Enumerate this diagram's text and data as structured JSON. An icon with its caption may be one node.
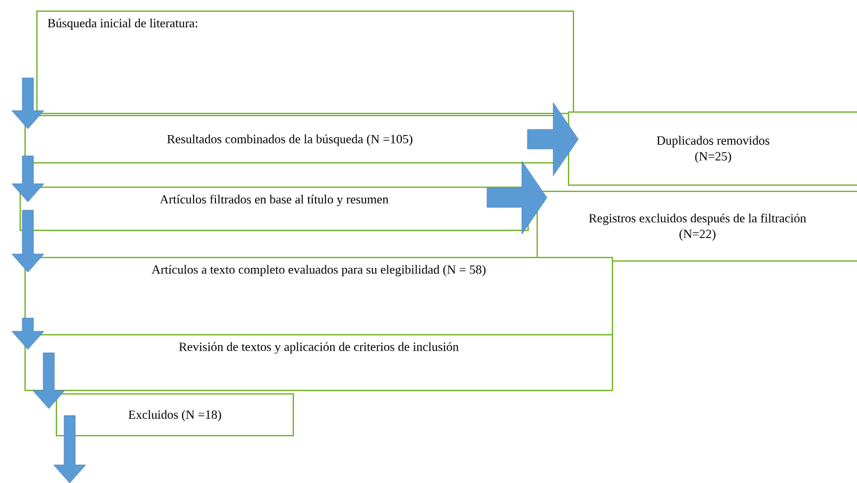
{
  "diagram": {
    "nodes": [
      {
        "text": [
          "Búsqueda inicial de literatura:"
        ]
      },
      {
        "text": [
          "Resultados combinados de la búsqueda (N =105)"
        ]
      },
      {
        "text": [
          "Duplicados removidos (N=25)"
        ]
      },
      {
        "text": [
          "Artículos filtrados en base al título y resumen"
        ]
      },
      {
        "text": [
          "Registros excluidos después de la filtración (N=22)"
        ]
      },
      {
        "text": [
          "Artículos a texto completo evaluados para su elegibilidad (N = 58)"
        ]
      },
      {
        "text": [
          "Revisión de textos y aplicación de criterios de inclusión"
        ]
      },
      {
        "text": [
          "Excluidos (N =18)"
        ]
      }
    ],
    "edges": [
      {
        "from": 0,
        "to": 1,
        "arrow": "to"
      },
      {
        "from": 1,
        "to": 3,
        "arrow": "to"
      },
      {
        "from": 3,
        "to": 5,
        "arrow": "to"
      },
      {
        "from": 1,
        "to": 2,
        "arrow": "to"
      },
      {
        "from": 3,
        "to": 4,
        "arrow": "to"
      },
      {
        "from": 5,
        "to": 6,
        "arrow": "to"
      },
      {
        "from": 6,
        "to": 7,
        "arrow": "to"
      },
      {
        "from": 7,
        "to": null,
        "arrow": "to"
      }
    ]
  }
}
